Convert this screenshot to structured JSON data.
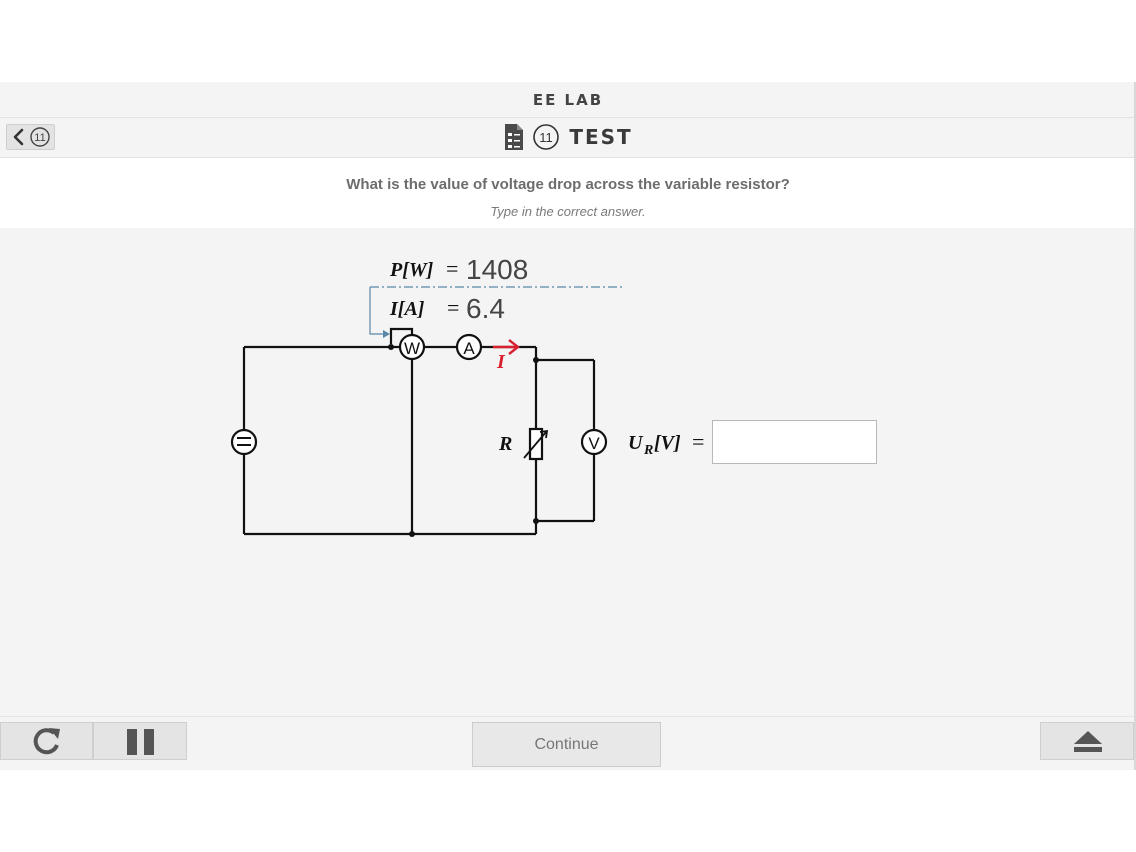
{
  "app": {
    "brand": "EE LAB",
    "test_number": "11",
    "test_label": "TEST",
    "back_number": "11"
  },
  "question": {
    "text": "What is the value of voltage drop across the variable resistor?",
    "instruction": "Type in the correct answer."
  },
  "circuit": {
    "power_label": "P[W]",
    "power_equals": "=",
    "power_value": "1408",
    "current_label": "I[A]",
    "current_equals": "=",
    "current_value": "6.4",
    "wattmeter_symbol": "W",
    "ammeter_symbol": "A",
    "voltmeter_symbol": "V",
    "current_arrow_label": "I",
    "resistor_label": "R",
    "answer_label_main": "U",
    "answer_label_sub": "R",
    "answer_label_unit": "[V]",
    "answer_equals": "=",
    "answer_value": "",
    "current_arrow_color": "#d9202f",
    "feedback_line_color": "#5a86a8"
  },
  "footer": {
    "continue_label": "Continue"
  },
  "icons": {
    "back": "chevron-left-icon",
    "test": "checklist-icon",
    "restart": "restart-icon",
    "pause": "pause-icon",
    "eject": "eject-icon"
  }
}
